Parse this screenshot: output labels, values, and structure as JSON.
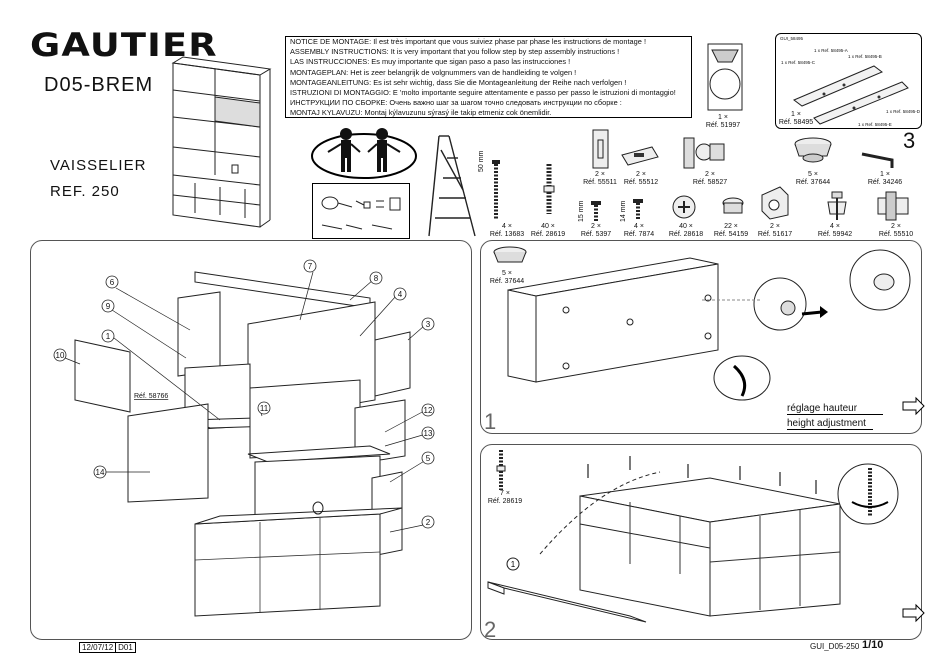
{
  "brand": "GAUTIER",
  "model": "D05-BREM",
  "product_name": "VAISSELIER",
  "reference": "REF. 250",
  "notice_lines": [
    "NOTICE DE MONTAGE: Il est très important que vous suiviez phase par phase les instructions de montage !",
    "ASSEMBLY INSTRUCTIONS: It is very important that you follow step by step assembly instructions !",
    "LAS INSTRUCCIONES: Es muy importante que sigan paso a paso las instrucciones !",
    "MONTAGEPLAN: Het is zeer belangrijk de volgnummers van de handleiding te volgen !",
    "MONTAGEANLEITUNG: Es ist sehr wichtig, dass Sie die Montageanleitung der Reihe nach verfolgen !",
    "ISTRUZIONI DI MONTAGGIO: E 'molto importante seguire attentamente e passo per passo le istruzioni di montaggio!",
    "ИНСТРУКЦИИ ПО СБОРКЕ: Очень важно шаг за шагом точно следовать инструкции по сборке :",
    "MONTAJ KYLAVUZU: Montaj kýlavuzunu sýrasý ile takip etmeniz cok önemlidir."
  ],
  "hardware_top": [
    {
      "qty": "1 ×",
      "ref": "Réf. 51997"
    },
    {
      "qty": "1 ×",
      "ref": "Réf. 58495"
    }
  ],
  "guide_labels": {
    "title": "GUI_58495",
    "a": "1 x Ref. 58495-A",
    "b": "1 x Ref. 58495-B",
    "c": "1 x Ref. 58495-C",
    "d": "1 x Ref. 58495-D",
    "e": "1 x Ref. 58495-E"
  },
  "tools_badge": "3",
  "hardware_row1": [
    {
      "qty": "2 ×",
      "ref": "Réf. 55511"
    },
    {
      "qty": "2 ×",
      "ref": "Réf. 55512"
    },
    {
      "qty": "2 ×",
      "ref": "Réf. 58527"
    },
    {
      "qty": "5 ×",
      "ref": "Réf. 37644"
    },
    {
      "qty": "1 ×",
      "ref": "Réf. 34246"
    }
  ],
  "hardware_row2": [
    {
      "qty": "4 ×",
      "ref": "Réf. 13683",
      "dim": "50 mm"
    },
    {
      "qty": "40 ×",
      "ref": "Réf. 28619",
      "dim": ""
    },
    {
      "qty": "2 ×",
      "ref": "Réf. 5397",
      "dim": "15 mm"
    },
    {
      "qty": "4 ×",
      "ref": "Réf. 7874",
      "dim": "14 mm"
    },
    {
      "qty": "40 ×",
      "ref": "Réf. 28618",
      "dim": ""
    },
    {
      "qty": "22 ×",
      "ref": "Réf. 54159",
      "dim": ""
    },
    {
      "qty": "2 ×",
      "ref": "Réf. 51617",
      "dim": ""
    },
    {
      "qty": "4 ×",
      "ref": "Réf. 59942",
      "dim": ""
    },
    {
      "qty": "2 ×",
      "ref": "Réf. 55510",
      "dim": ""
    }
  ],
  "exploded": {
    "callouts": [
      "1",
      "2",
      "3",
      "4",
      "5",
      "6",
      "7",
      "8",
      "9",
      "10",
      "11",
      "12",
      "13",
      "14"
    ],
    "ref_label": "Réf. 58766"
  },
  "step1": {
    "number": "1",
    "part_qty": "5 ×",
    "part_ref": "Réf. 37644",
    "adjust_fr": "réglage hauteur",
    "adjust_en": "height adjustment"
  },
  "step2": {
    "number": "2",
    "part_qty": "7 ×",
    "part_ref": "Réf. 28619",
    "callout": "1"
  },
  "footer": {
    "date": "12/07/12",
    "version": "D01",
    "doc_code": "GUI_D05-250",
    "page": "1/10"
  }
}
